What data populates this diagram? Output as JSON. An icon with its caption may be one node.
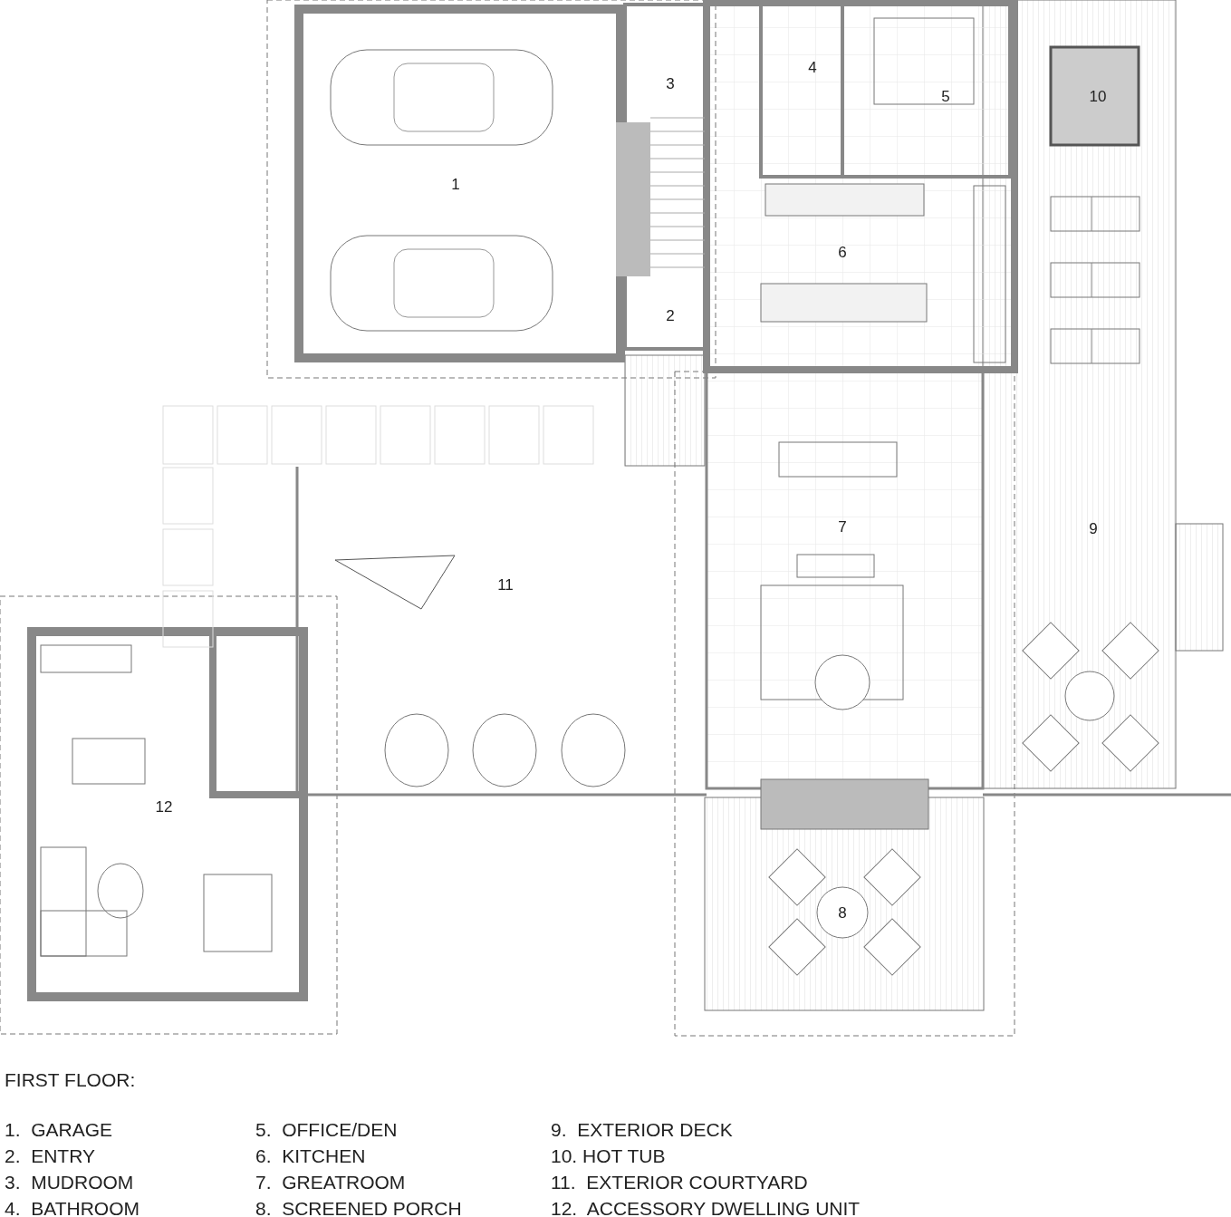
{
  "diagram": {
    "title": "FIRST FLOOR:",
    "labels": [
      "1",
      "2",
      "3",
      "4",
      "5",
      "6",
      "7",
      "8",
      "9",
      "10",
      "11",
      "12",
      "1.  GARAGE",
      "2.  ENTRY",
      "3.  MUDROOM",
      "4.  BATHROOM",
      "5.  OFFICE/DEN",
      "6.  KITCHEN",
      "7.  GREATROOM",
      "8.  SCREENED PORCH",
      "9.  EXTERIOR DECK",
      "10. HOT TUB",
      "11.  EXTERIOR COURTYARD",
      "12.  ACCESSORY DWELLING UNIT"
    ]
  }
}
